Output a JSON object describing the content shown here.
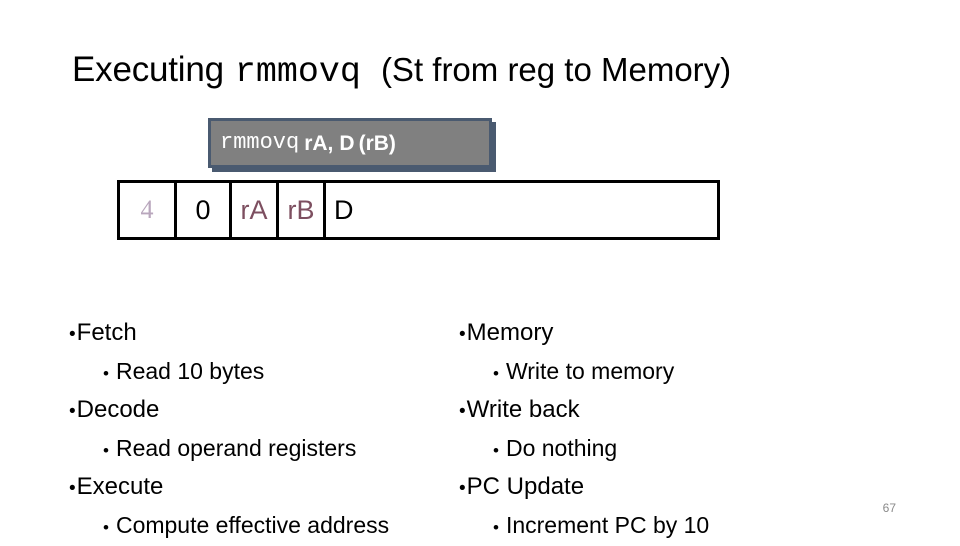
{
  "slide": {
    "page_number": "67",
    "title": {
      "prefix": "Executing",
      "instruction_mnemonic": "rmmovq",
      "suffix": "(St from reg to Memory)"
    },
    "instruction_callout": {
      "mnemonic": "rmmovq",
      "operand_src": "rA,",
      "displacement": "D",
      "memory_base": "(rB)"
    },
    "byte_layout": {
      "cells": [
        {
          "name": "icode",
          "label": "4",
          "color": "#b9a7bd"
        },
        {
          "name": "ifun",
          "label": "0",
          "color": "#000000"
        },
        {
          "name": "ra",
          "label": "rA",
          "color": "#7d4f60"
        },
        {
          "name": "rb",
          "label": "rB",
          "color": "#7d4f60"
        },
        {
          "name": "displacement",
          "label": "D",
          "color": "#000000"
        }
      ]
    },
    "stages": {
      "left_column": [
        {
          "level": 1,
          "label": "Fetch"
        },
        {
          "level": 2,
          "label": "Read 10 bytes"
        },
        {
          "level": 1,
          "label": "Decode"
        },
        {
          "level": 2,
          "label": "Read operand registers"
        },
        {
          "level": 1,
          "label": "Execute"
        },
        {
          "level": 2,
          "label": "Compute effective address"
        }
      ],
      "right_column": [
        {
          "level": 1,
          "label": "Memory"
        },
        {
          "level": 2,
          "label": "Write to memory"
        },
        {
          "level": 1,
          "label": "Write back"
        },
        {
          "level": 2,
          "label": "Do nothing"
        },
        {
          "level": 1,
          "label": "PC Update"
        },
        {
          "level": 2,
          "label": "Increment PC by 10"
        }
      ]
    },
    "colors": {
      "callout_background": "#808080",
      "callout_border": "#4a5a70",
      "callout_text": "#ffffff",
      "table_border": "#000000",
      "register_text": "#7d4f60",
      "icode_text": "#b9a7bd",
      "page_number_text": "#8a8a8a"
    }
  }
}
